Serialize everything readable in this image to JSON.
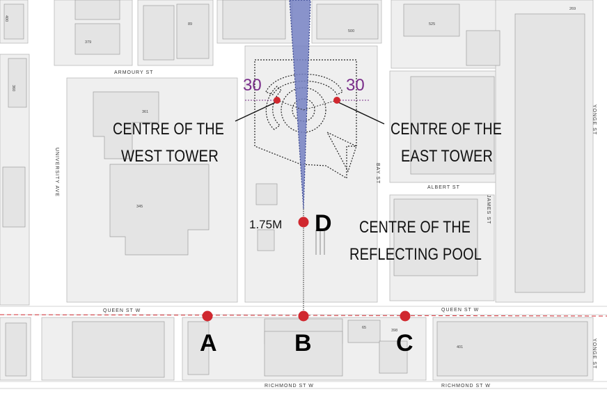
{
  "streets": {
    "armoury": "ARMOURY ST",
    "university": "UNIVERSITY AVE",
    "bay": "BAY ST",
    "albert": "ALBERT ST",
    "james": "JAMES ST",
    "yonge_top": "YONGE ST",
    "yonge_bottom": "YONGE ST",
    "queen_left": "QUEEN ST W",
    "queen_right": "QUEEN ST W",
    "richmond_left": "RICHMOND ST W",
    "richmond_right": "RICHMOND ST W"
  },
  "building_numbers": {
    "n400": "400",
    "n379": "379",
    "n89": "89",
    "n525": "525",
    "n500": "500",
    "n361": "361",
    "n345": "345",
    "n65": "65",
    "n401": "401",
    "n398": "398",
    "n360": "360",
    "n269": "269"
  },
  "annotations": {
    "angle_left": "30",
    "angle_right": "30",
    "west_line1": "CENTRE OF THE",
    "west_line2": "WEST TOWER",
    "east_line1": "CENTRE OF THE",
    "east_line2": "EAST TOWER",
    "pool_line1": "CENTRE OF THE",
    "pool_line2": "REFLECTING POOL",
    "height": "1.75M"
  },
  "points": {
    "A": "A",
    "B": "B",
    "C": "C",
    "D": "D"
  },
  "colors": {
    "point_red": "#d0282f",
    "sightline_blue": "#7480c2",
    "angle_purple": "#7a2e8a",
    "queen_line_red": "#d0282f"
  }
}
